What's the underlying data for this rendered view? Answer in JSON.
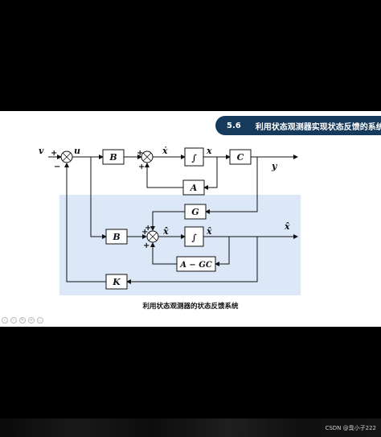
{
  "slide": {
    "section_number": "5.6",
    "section_title": "利用状态观测器实现状态反馈的系统",
    "caption": "利用状态观测器的状态反馈系统"
  },
  "diagram": {
    "blocks": {
      "b_top": "B",
      "integrator_top": "∫",
      "c": "C",
      "a": "A",
      "g": "G",
      "b_bottom": "B",
      "integrator_bottom": "∫",
      "a_minus_gc": "A − GC",
      "k": "K"
    },
    "signals": {
      "v": "v",
      "u": "u",
      "xdot": "ẋ",
      "x": "x",
      "y": "y",
      "xhat_dot": "x̂̇",
      "xhat": "x̂",
      "xhat_out": "x̂"
    },
    "signs": {
      "sum1_plus": "+",
      "sum1_minus": "−",
      "sum2_plus_left": "+",
      "sum2_plus_bottom": "+",
      "sum3_plus_left": "+",
      "sum3_plus_top": "+",
      "sum3_plus_bottom": "+"
    },
    "colors": {
      "observer_region": "#dce8f7",
      "line": "#111111",
      "title_bar": "#163a5c"
    }
  },
  "watermark": "CSDN @臭小子222"
}
